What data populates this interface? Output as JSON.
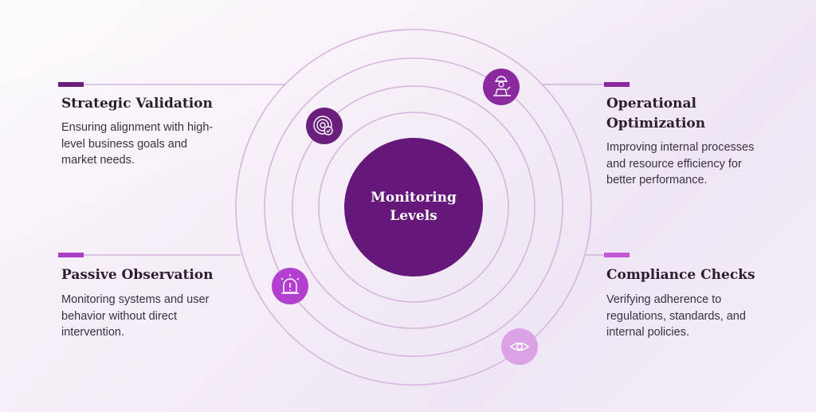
{
  "center": {
    "line1": "Monitoring",
    "line2": "Levels"
  },
  "items": [
    {
      "title": "Strategic Validation",
      "description": "Ensuring alignment with high-level business goals and market needs.",
      "desc_lines": [
        "Ensuring alignment with high-",
        "level business goals and",
        "market needs."
      ],
      "accent_color": "#6b1f7c",
      "icon": "target-check-icon"
    },
    {
      "title_lines": [
        "Operational",
        "Optimization"
      ],
      "description": "Improving internal processes and resource efficiency for better performance.",
      "desc_lines": [
        "Improving internal processes",
        "and resource efficiency for",
        "better performance."
      ],
      "accent_color": "#8a2a9e",
      "icon": "worker-icon"
    },
    {
      "title": "Passive Observation",
      "description": "Monitoring systems and user behavior without direct intervention.",
      "desc_lines": [
        "Monitoring systems and user",
        "behavior without direct",
        "intervention."
      ],
      "accent_color": "#a93fc3",
      "icon": "alarm-icon"
    },
    {
      "title": "Compliance Checks",
      "description": "Verifying adherence to regulations, standards, and internal policies.",
      "desc_lines": [
        "Verifying adherence to",
        "regulations, standards, and",
        "internal policies."
      ],
      "accent_color": "#c05ad6",
      "icon": "eye-icon"
    }
  ],
  "colors": {
    "center_circle": "#65177a",
    "ring": "#d6b6dd",
    "connector": "#d1b3d9",
    "icon_1": "#6b1f7c",
    "icon_2": "#8a2a9e",
    "icon_3": "#b23fcf",
    "icon_4": "#dba2e6"
  }
}
